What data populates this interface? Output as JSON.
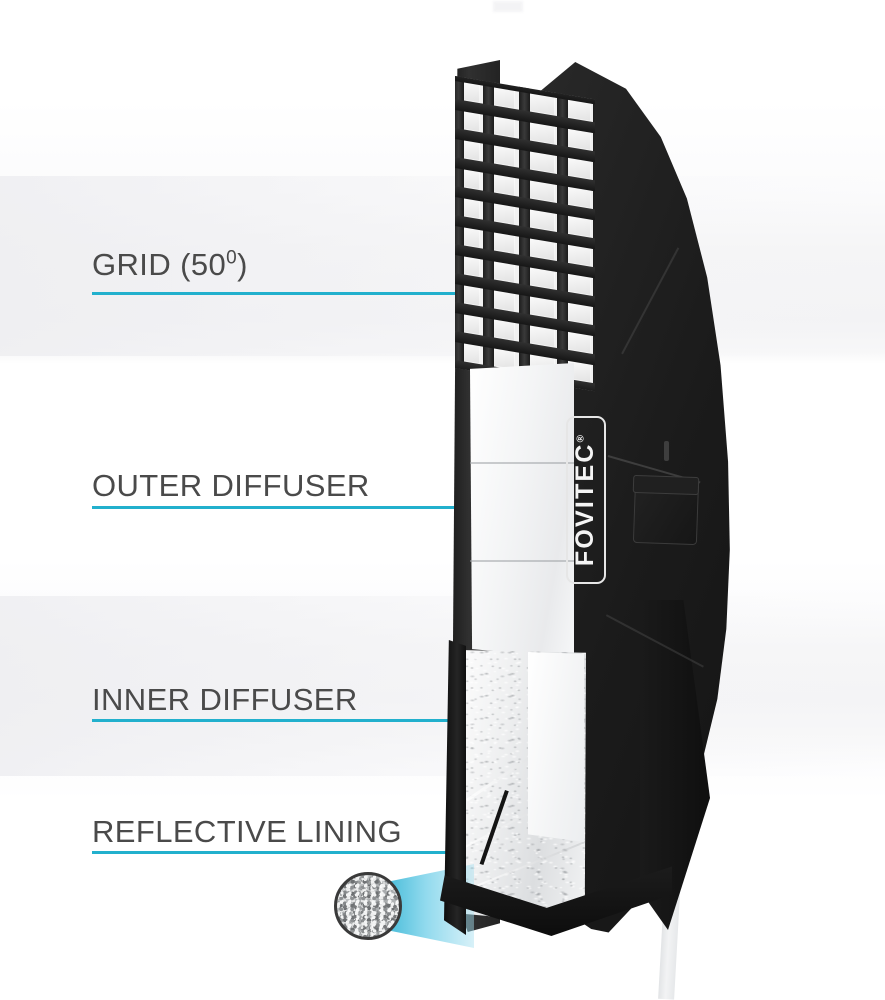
{
  "page": {
    "title": "Softbox Construction Diagram",
    "type": "product-feature-infographic",
    "background_color": "#ffffff",
    "accent_color": "#22b0cd",
    "text_color": "#4a4a4a"
  },
  "product": {
    "brand": "FOVITEC",
    "brand_mark": "®",
    "description": "Strip softbox shown at an angle with layered light-modifier components peeled back"
  },
  "callouts": [
    {
      "id": "grid",
      "label": "GRID (50",
      "superscript": "0",
      "label_suffix": ")",
      "full_text": "GRID (50⁰)",
      "leader_color": "#22b0cd"
    },
    {
      "id": "outer-diffuser",
      "label": "OUTER DIFFUSER",
      "full_text": "OUTER DIFFUSER",
      "leader_color": "#22b0cd"
    },
    {
      "id": "inner-diffuser",
      "label": "INNER DIFFUSER",
      "full_text": "INNER DIFFUSER",
      "leader_color": "#22b0cd"
    },
    {
      "id": "reflective-lining",
      "label": "REFLECTIVE LINING",
      "full_text": "REFLECTIVE LINING",
      "leader_color": "#22b0cd"
    }
  ],
  "magnifier": {
    "name": "reflective-lining-texture-closeup",
    "description": "Circular magnified inset showing speckled silver reflective fabric texture",
    "cone_color": "#19aacd"
  }
}
